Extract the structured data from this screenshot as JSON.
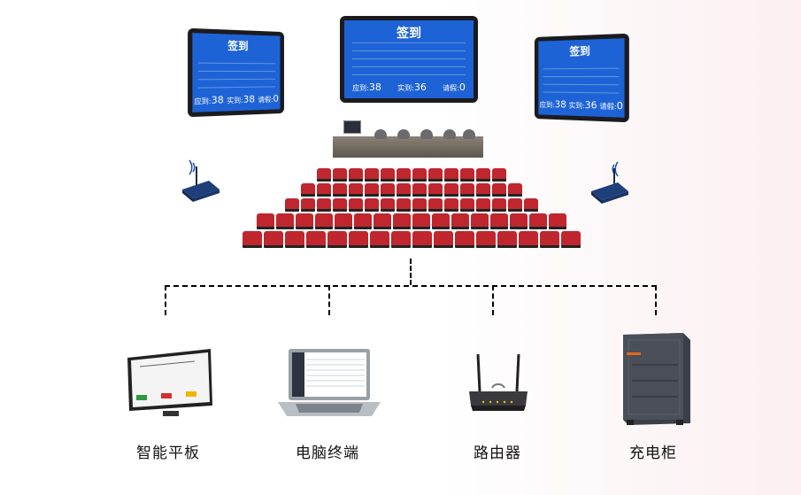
{
  "screens": {
    "left": {
      "title": "签到",
      "stat1_label": "应到:",
      "stat1_value": "38",
      "stat2_label": "实到:",
      "stat2_value": "38",
      "stat3_label": "请假:",
      "stat3_value": "0"
    },
    "center": {
      "title": "签到",
      "stat1_label": "应到:",
      "stat1_value": "38",
      "stat2_label": "实到:",
      "stat2_value": "36",
      "stat3_label": "请假:",
      "stat3_value": "0"
    },
    "right": {
      "title": "签到",
      "stat1_label": "应到:",
      "stat1_value": "38",
      "stat2_label": "实到:",
      "stat2_value": "36",
      "stat3_label": "请假:",
      "stat3_value": "0"
    }
  },
  "devices": [
    {
      "label": "智能平板",
      "icon": "tablet-icon"
    },
    {
      "label": "电脑终端",
      "icon": "laptop-icon"
    },
    {
      "label": "路由器",
      "icon": "router-icon"
    },
    {
      "label": "充电柜",
      "icon": "charging-cabinet-icon"
    }
  ],
  "colors": {
    "screen_blue": "#1e63d6",
    "connector_red": "#d12a2a",
    "seat_red": "#c0262e"
  }
}
